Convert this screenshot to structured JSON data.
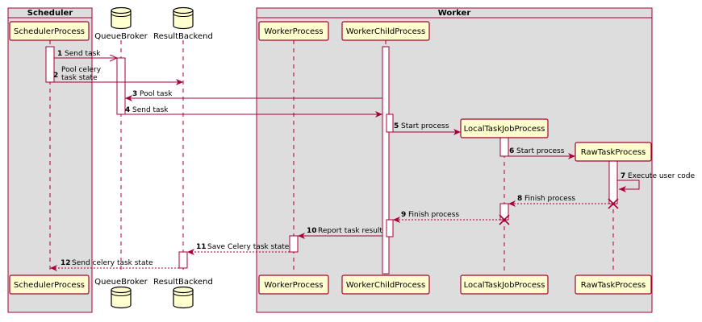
{
  "colors": {
    "arrow": "#a80036",
    "box_fill": "#fefece",
    "box_stroke": "#a80036",
    "group_fill": "#dddddd",
    "group_stroke": "#a80036",
    "lifeline": "#a80036",
    "activation_fill": "#ffffff",
    "text": "#000000"
  },
  "groups": [
    {
      "id": "scheduler",
      "title": "Scheduler"
    },
    {
      "id": "worker",
      "title": "Worker"
    }
  ],
  "participants": [
    {
      "id": "scheduler_process",
      "label": "SchedulerProcess",
      "kind": "box"
    },
    {
      "id": "queue_broker",
      "label": "QueueBroker",
      "kind": "database"
    },
    {
      "id": "result_backend",
      "label": "ResultBackend",
      "kind": "database"
    },
    {
      "id": "worker_process",
      "label": "WorkerProcess",
      "kind": "box"
    },
    {
      "id": "worker_child_process",
      "label": "WorkerChildProcess",
      "kind": "box"
    },
    {
      "id": "local_task_job_process",
      "label": "LocalTaskJobProcess",
      "kind": "box",
      "created": true
    },
    {
      "id": "raw_task_process",
      "label": "RawTaskProcess",
      "kind": "box",
      "created": true
    }
  ],
  "messages": [
    {
      "num": "1",
      "text": [
        "Send task"
      ],
      "from": "scheduler_process",
      "to": "queue_broker",
      "style": "async"
    },
    {
      "num": "2",
      "text": [
        "Pool celery",
        "task state"
      ],
      "from": "scheduler_process",
      "to": "result_backend",
      "style": "solid"
    },
    {
      "num": "3",
      "text": [
        "Pool task"
      ],
      "from": "worker_child_process",
      "to": "queue_broker",
      "style": "solid"
    },
    {
      "num": "4",
      "text": [
        "Send task"
      ],
      "from": "queue_broker",
      "to": "worker_child_process",
      "style": "solid"
    },
    {
      "num": "5",
      "text": [
        "Start process"
      ],
      "from": "worker_child_process",
      "to": "local_task_job_process",
      "style": "solid"
    },
    {
      "num": "6",
      "text": [
        "Start process"
      ],
      "from": "local_task_job_process",
      "to": "raw_task_process",
      "style": "solid"
    },
    {
      "num": "7",
      "text": [
        "Execute user code"
      ],
      "from": "raw_task_process",
      "to": "raw_task_process",
      "style": "self"
    },
    {
      "num": "8",
      "text": [
        "Finish process"
      ],
      "from": "raw_task_process",
      "to": "local_task_job_process",
      "style": "dashed"
    },
    {
      "num": "9",
      "text": [
        "Finish process"
      ],
      "from": "local_task_job_process",
      "to": "worker_child_process",
      "style": "dashed"
    },
    {
      "num": "10",
      "text": [
        "Report task result"
      ],
      "from": "worker_child_process",
      "to": "worker_process",
      "style": "solid"
    },
    {
      "num": "11",
      "text": [
        "Save Celery task state"
      ],
      "from": "worker_process",
      "to": "result_backend",
      "style": "dashed"
    },
    {
      "num": "12",
      "text": [
        "Send celery task state"
      ],
      "from": "result_backend",
      "to": "scheduler_process",
      "style": "dashed"
    }
  ]
}
